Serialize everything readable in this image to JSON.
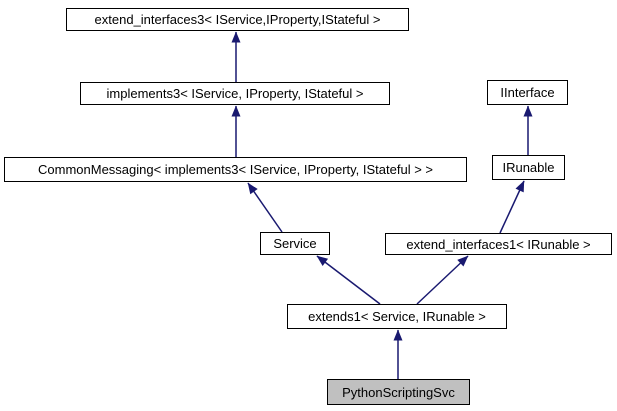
{
  "diagram": {
    "type": "class-inheritance-graph",
    "colors": {
      "edge_arrow": "#191970",
      "node_border": "#000000",
      "node_fill": "#ffffff",
      "current_node_fill": "#c0c0c0",
      "text": "#000000",
      "background": "#ffffff"
    },
    "nodes": {
      "extend_interfaces3": {
        "label": "extend_interfaces3< IService,IProperty,IStateful >"
      },
      "implements3": {
        "label": "implements3< IService, IProperty, IStateful >"
      },
      "common_messaging": {
        "label": "CommonMessaging< implements3< IService, IProperty, IStateful > >"
      },
      "service": {
        "label": "Service"
      },
      "iinterface": {
        "label": "IInterface"
      },
      "irunable": {
        "label": "IRunable"
      },
      "extend_interfaces1": {
        "label": "extend_interfaces1< IRunable >"
      },
      "extends1": {
        "label": "extends1< Service, IRunable >"
      },
      "python_scripting_svc": {
        "label": "PythonScriptingSvc",
        "highlighted": true
      }
    },
    "edges": [
      {
        "from": "implements3",
        "to": "extend_interfaces3"
      },
      {
        "from": "common_messaging",
        "to": "implements3"
      },
      {
        "from": "service",
        "to": "common_messaging"
      },
      {
        "from": "irunable",
        "to": "iinterface"
      },
      {
        "from": "extend_interfaces1",
        "to": "irunable"
      },
      {
        "from": "extends1",
        "to": "service"
      },
      {
        "from": "extends1",
        "to": "extend_interfaces1"
      },
      {
        "from": "python_scripting_svc",
        "to": "extends1"
      }
    ]
  }
}
